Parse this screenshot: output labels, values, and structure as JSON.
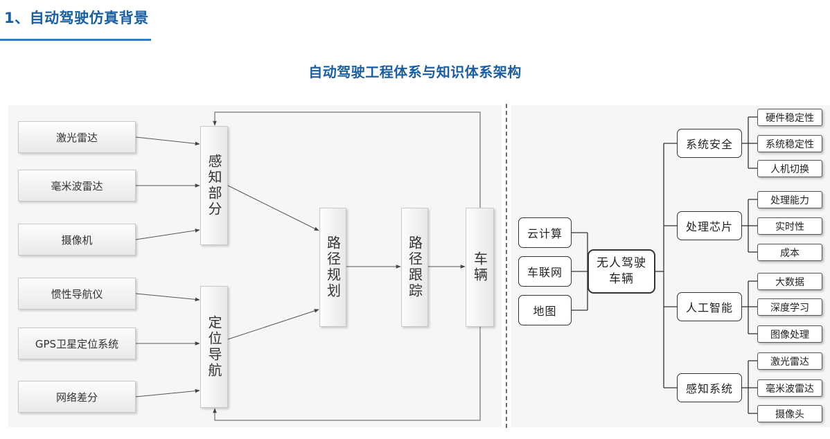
{
  "header": {
    "title": "1、自动驾驶仿真背景"
  },
  "diagram": {
    "title": "自动驾驶工程体系与知识体系架构",
    "left": {
      "sensors_perception": [
        "激光雷达",
        "毫米波雷达",
        "摄像机"
      ],
      "sensors_positioning": [
        "惯性导航仪",
        "GPS卫星定位系统",
        "网络差分"
      ],
      "perception": "感知部分",
      "positioning": "定位导航",
      "path_planning": "路径规划",
      "path_tracking": "路径跟踪",
      "vehicle": "车辆"
    },
    "right": {
      "inputs": [
        "云计算",
        "车联网",
        "地图"
      ],
      "center": [
        "无人驾驶",
        "车辆"
      ],
      "branches": [
        {
          "label": "系统安全",
          "leaves": [
            "硬件稳定性",
            "系统稳定性",
            "人机切换"
          ]
        },
        {
          "label": "处理芯片",
          "leaves": [
            "处理能力",
            "实时性",
            "成本"
          ]
        },
        {
          "label": "人工智能",
          "leaves": [
            "大数据",
            "深度学习",
            "图像处理"
          ]
        },
        {
          "label": "感知系统",
          "leaves": [
            "激光雷达",
            "毫米波雷达",
            "摄像头"
          ]
        }
      ]
    }
  }
}
